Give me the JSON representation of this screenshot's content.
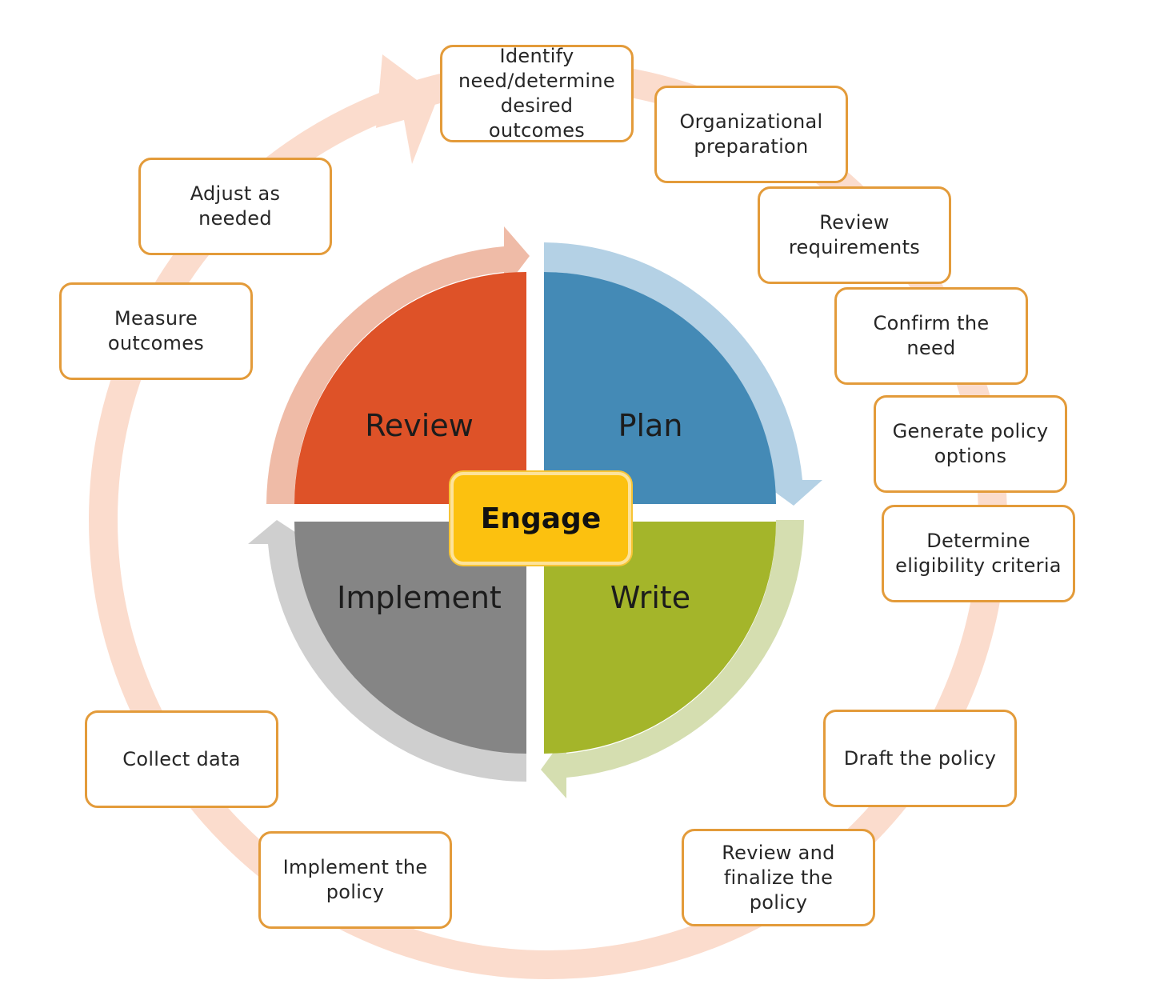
{
  "center": {
    "label": "Engage"
  },
  "quadrants": {
    "review": {
      "label": "Review",
      "color": "#de5228",
      "arrow_color": "#efbba7"
    },
    "plan": {
      "label": "Plan",
      "color": "#448ab6",
      "arrow_color": "#b4d1e5"
    },
    "implement": {
      "label": "Implement",
      "color": "#858585",
      "arrow_color": "#cfcfcf"
    },
    "write": {
      "label": "Write",
      "color": "#a4b52a",
      "arrow_color": "#d5deb0"
    }
  },
  "steps": [
    {
      "id": "identify",
      "lines": [
        "Identify",
        "need/determine",
        "desired outcomes"
      ]
    },
    {
      "id": "organizational",
      "lines": [
        "Organizational",
        "preparation"
      ]
    },
    {
      "id": "review-requirements",
      "lines": [
        "Review",
        "requirements"
      ]
    },
    {
      "id": "confirm",
      "lines": [
        "Confirm the need"
      ]
    },
    {
      "id": "generate",
      "lines": [
        "Generate policy",
        "options"
      ]
    },
    {
      "id": "eligibility",
      "lines": [
        "Determine",
        "eligibility criteria"
      ]
    },
    {
      "id": "draft",
      "lines": [
        "Draft the policy"
      ]
    },
    {
      "id": "finalize",
      "lines": [
        "Review and",
        "finalize the policy"
      ]
    },
    {
      "id": "implement-policy",
      "lines": [
        "Implement the",
        "policy"
      ]
    },
    {
      "id": "collect",
      "lines": [
        "Collect data"
      ]
    },
    {
      "id": "measure",
      "lines": [
        "Measure",
        "outcomes"
      ]
    },
    {
      "id": "adjust",
      "lines": [
        "Adjust as needed"
      ]
    }
  ],
  "colors": {
    "box_border": "#e39b3a",
    "outer_ring": "#fbdccd",
    "engage_fill": "#fcc10f"
  }
}
